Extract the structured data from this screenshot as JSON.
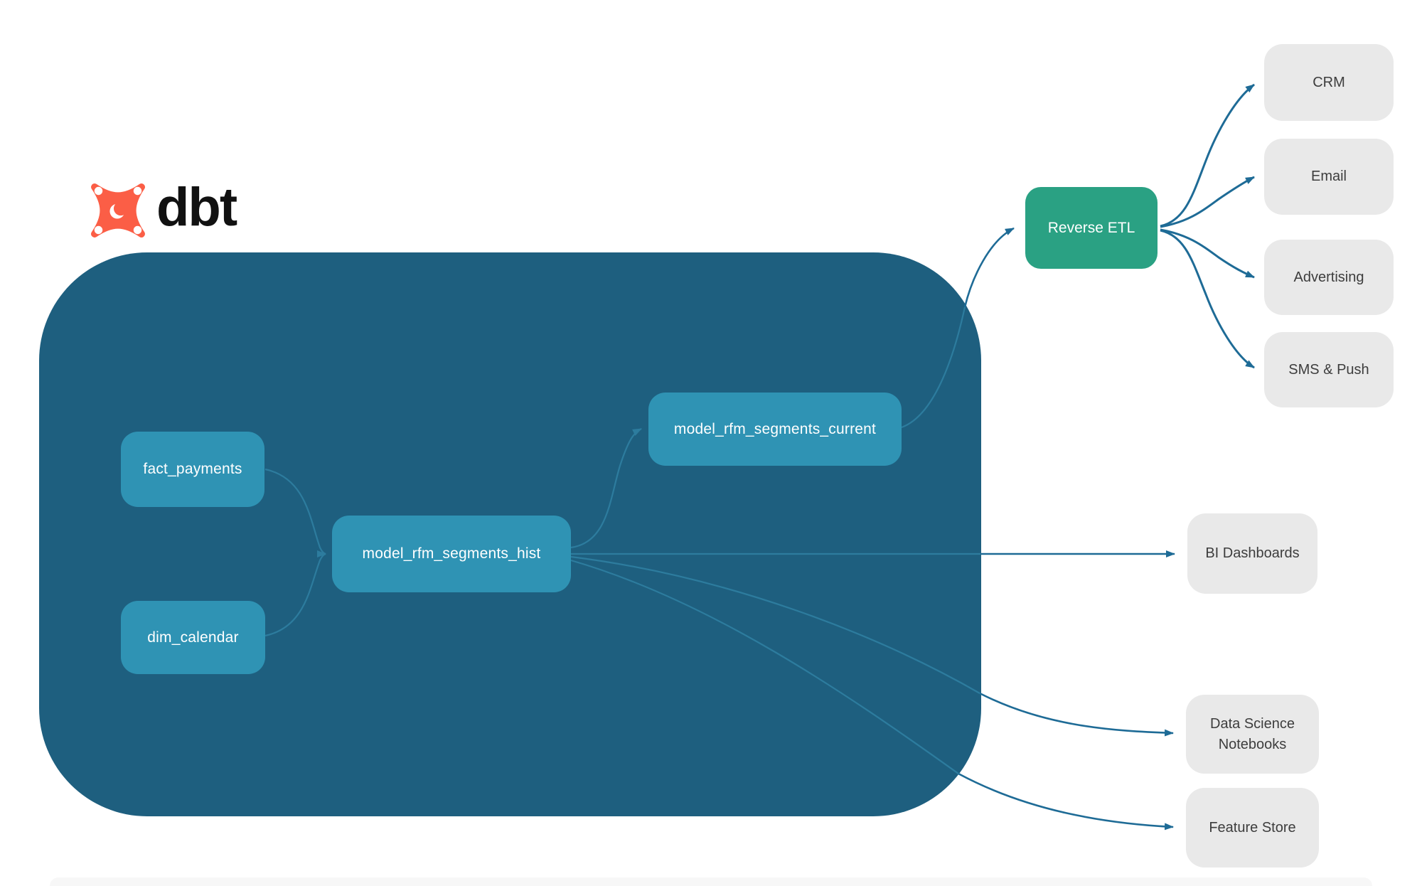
{
  "brand": {
    "name": "dbt"
  },
  "palette": {
    "container": "#1E5F7F",
    "model_node": "#2F93B4",
    "reverse_etl_node": "#2AA183",
    "destination_node": "#E9E9E9",
    "edge_inside_container": "#2D7C9E",
    "edge_outside_container": "#1E6B96",
    "logo_orange": "#FB5E46",
    "model_text": "#FFFFFF",
    "destination_text": "#3D3D3D"
  },
  "warehouse": {
    "nodes": [
      {
        "id": "fact_payments",
        "label": "fact_payments"
      },
      {
        "id": "dim_calendar",
        "label": "dim_calendar"
      },
      {
        "id": "model_rfm_segments_hist",
        "label": "model_rfm_segments_hist"
      },
      {
        "id": "model_rfm_segments_current",
        "label": "model_rfm_segments_current"
      }
    ]
  },
  "etl": {
    "label": "Reverse ETL"
  },
  "destinations": [
    {
      "id": "crm",
      "label": "CRM"
    },
    {
      "id": "email",
      "label": "Email"
    },
    {
      "id": "advertising",
      "label": "Advertising"
    },
    {
      "id": "sms_push",
      "label": "SMS & Push"
    },
    {
      "id": "bi_dashboards",
      "label": "BI Dashboards"
    },
    {
      "id": "data_science_notebooks",
      "label": "Data Science Notebooks"
    },
    {
      "id": "feature_store",
      "label": "Feature Store"
    }
  ],
  "edges": [
    {
      "from": "fact_payments",
      "to": "model_rfm_segments_hist"
    },
    {
      "from": "dim_calendar",
      "to": "model_rfm_segments_hist"
    },
    {
      "from": "model_rfm_segments_hist",
      "to": "model_rfm_segments_current"
    },
    {
      "from": "model_rfm_segments_hist",
      "to": "bi_dashboards"
    },
    {
      "from": "model_rfm_segments_hist",
      "to": "data_science_notebooks"
    },
    {
      "from": "model_rfm_segments_hist",
      "to": "feature_store"
    },
    {
      "from": "model_rfm_segments_current",
      "to": "reverse_etl"
    },
    {
      "from": "reverse_etl",
      "to": "crm"
    },
    {
      "from": "reverse_etl",
      "to": "email"
    },
    {
      "from": "reverse_etl",
      "to": "advertising"
    },
    {
      "from": "reverse_etl",
      "to": "sms_push"
    }
  ]
}
